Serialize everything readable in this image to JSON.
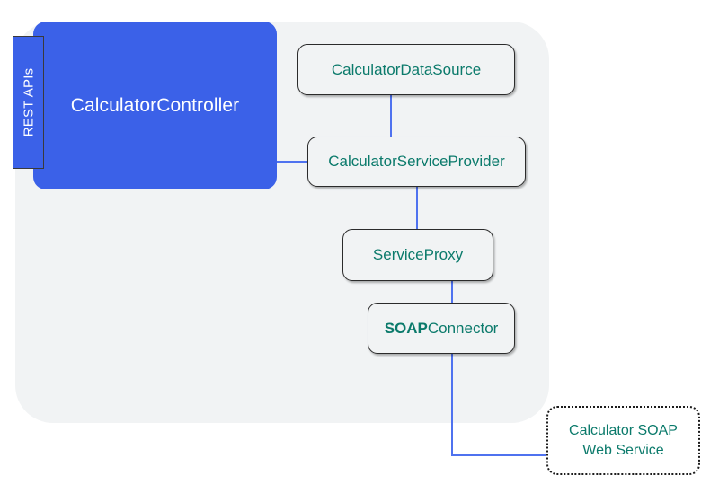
{
  "diagram": {
    "group_container": {
      "name": "application-boundary"
    },
    "controller": {
      "label": "CalculatorController",
      "fill": "#3b61e8",
      "text_color": "#ffffff"
    },
    "rest_tab": {
      "label": "REST APIs",
      "fill": "#3b61e8",
      "text_color": "#ffffff"
    },
    "nodes": [
      {
        "id": "calculator-data-source",
        "label": "CalculatorDataSource"
      },
      {
        "id": "calculator-service-provider",
        "label": "CalculatorServiceProvider"
      },
      {
        "id": "service-proxy",
        "label": "ServiceProxy"
      },
      {
        "id": "soap-connector",
        "label_bold": "SOAP",
        "label_rest": "Connector"
      }
    ],
    "external_service": {
      "line1_prefix": "Calculator ",
      "line1_bold": "SOAP",
      "line2": "Web Service"
    },
    "colors": {
      "node_text": "#0b7a6b",
      "node_fill": "#f1f3f4",
      "node_border": "#2b2b2b",
      "connector": "#4f72ef",
      "container_fill": "#f1f3f4",
      "accent_blue": "#3b61e8"
    },
    "connections": [
      {
        "from": "calculator-data-source",
        "to": "calculator-service-provider"
      },
      {
        "from": "calculator-controller",
        "to": "calculator-service-provider"
      },
      {
        "from": "calculator-service-provider",
        "to": "service-proxy"
      },
      {
        "from": "service-proxy",
        "to": "soap-connector"
      },
      {
        "from": "soap-connector",
        "to": "calculator-soap-web-service"
      }
    ]
  }
}
